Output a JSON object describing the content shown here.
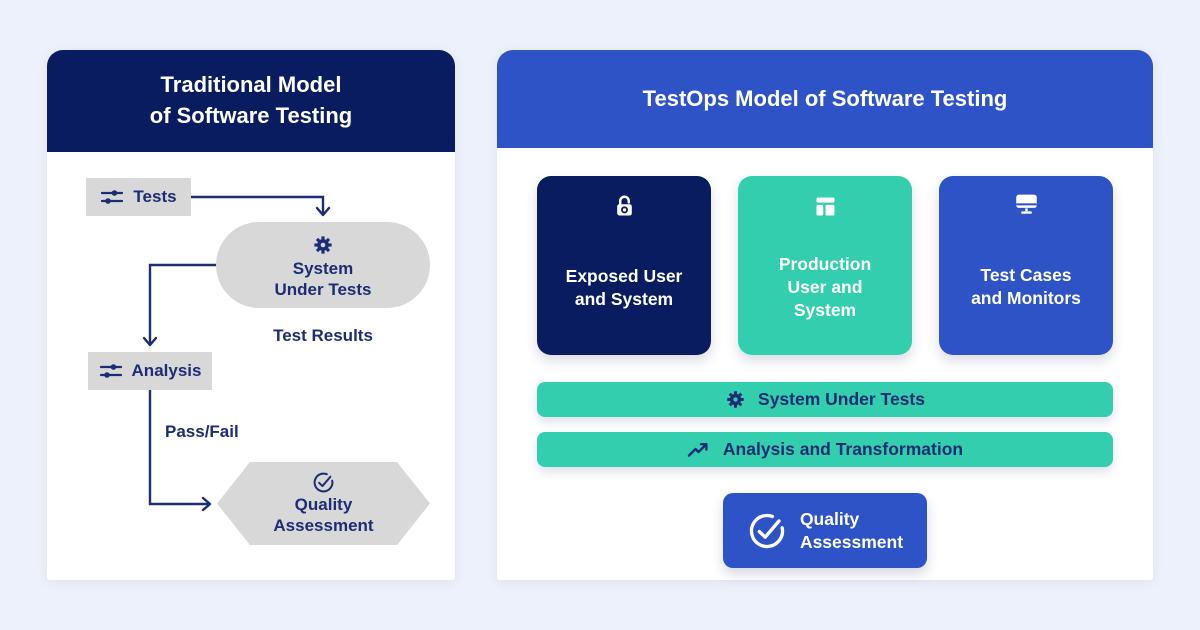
{
  "colors": {
    "page_bg": "#edf1fb",
    "panel_bg": "#ffffff",
    "navy": "#0a1c60",
    "flow_navy": "#1d2d73",
    "blue": "#2d53c6",
    "teal": "#33cead",
    "gray": "#d8d8d8",
    "white": "#ffffff"
  },
  "left_panel": {
    "title": "Traditional Model\nof Software Testing",
    "tests": {
      "label": "Tests",
      "icon": "sliders-icon"
    },
    "system_under_tests": {
      "label": "System\nUnder Tests",
      "icon": "gear-icon"
    },
    "test_results_label": "Test Results",
    "analysis": {
      "label": "Analysis",
      "icon": "sliders-icon"
    },
    "pass_fail_label": "Pass/Fail",
    "quality_assessment": {
      "label": "Quality\nAssessment",
      "icon": "check-circle-icon"
    }
  },
  "right_panel": {
    "title": "TestOps Model of Software Testing",
    "cards": [
      {
        "label": "Exposed User\nand System",
        "icon": "unlock-icon",
        "color": "#0a1c60"
      },
      {
        "label": "Production\nUser and\nSystem",
        "icon": "layout-icon",
        "color": "#33cead"
      },
      {
        "label": "Test Cases\nand Monitors",
        "icon": "monitor-icon",
        "color": "#2d53c6"
      }
    ],
    "bars": [
      {
        "label": "System Under Tests",
        "icon": "gear-icon"
      },
      {
        "label": "Analysis and Transformation",
        "icon": "trend-up-icon"
      }
    ],
    "quality_card": {
      "label": "Quality\nAssessment",
      "icon": "check-circle-icon"
    }
  }
}
